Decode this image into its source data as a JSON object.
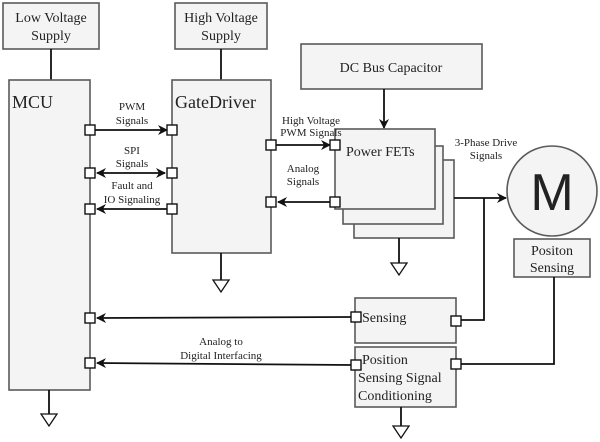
{
  "diagram": {
    "title": "Motor drive system block diagram",
    "blocks": {
      "low_voltage_supply": [
        "Low Voltage",
        "Supply"
      ],
      "high_voltage_supply": [
        "High Voltage",
        "Supply"
      ],
      "mcu": "MCU",
      "gate_driver": "GateDriver",
      "dc_bus_capacitor": "DC Bus Capacitor",
      "power_fets": "Power FETs",
      "motor": "M",
      "position_sensing": [
        "Positon",
        "Sensing"
      ],
      "sensing": "Sensing",
      "position_signal_conditioning": [
        "Position",
        "Sensing Signal",
        "Conditioning"
      ]
    },
    "labels": {
      "pwm_signals": [
        "PWM",
        "Signals"
      ],
      "spi_signals": [
        "SPI",
        "Signals"
      ],
      "fault_io": [
        "Fault and",
        "IO Signaling"
      ],
      "hv_pwm": [
        "High Voltage",
        "PWM Signals"
      ],
      "analog_signals": [
        "Analog",
        "Signals"
      ],
      "three_phase": [
        "3-Phase Drive",
        "Signals"
      ],
      "adc_interfacing": [
        "Analog to",
        "Digital Interfacing"
      ]
    },
    "colors": {
      "block_fill": "#f4f4f4",
      "block_stroke": "#5a5a5a",
      "wire": "#111111"
    }
  }
}
